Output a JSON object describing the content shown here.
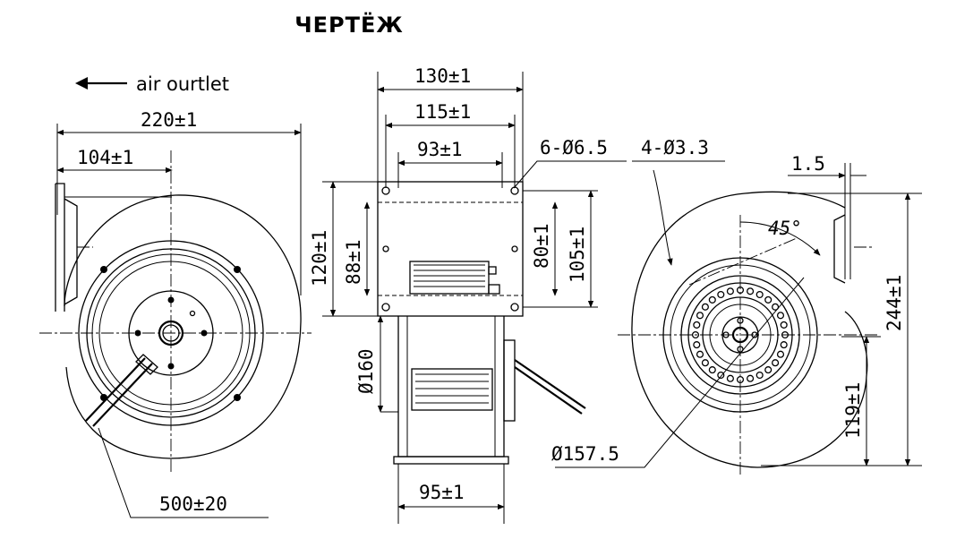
{
  "title": "ЧЕРТЁЖ",
  "notes": {
    "air_outlet": "air ourtlet"
  },
  "dimensions": {
    "width_total": "220±1",
    "width_offset": "104±1",
    "cable_length": "500±20",
    "d130": "130±1",
    "d115": "115±1",
    "d93": "93±1",
    "holes_6": "6-Ø6.5",
    "h120": "120±1",
    "h88": "88±1",
    "h80": "80±1",
    "h105": "105±1",
    "dia160": "Ø160",
    "d95": "95±1",
    "holes_4": "4-Ø3.3",
    "t15": "1.5",
    "angle": "45°",
    "h244": "244±1",
    "h119": "119±1",
    "dia1575": "Ø157.5"
  }
}
